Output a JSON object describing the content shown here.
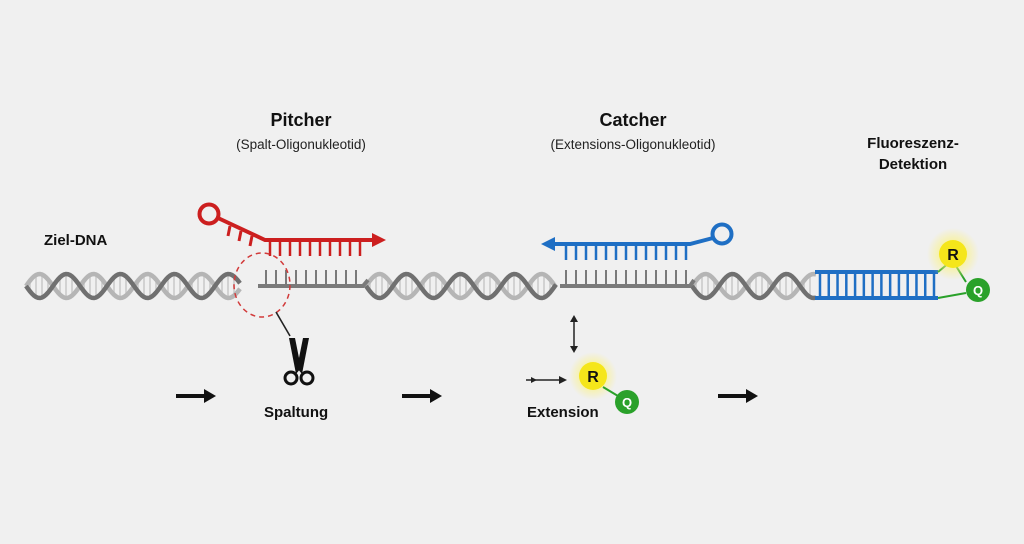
{
  "labels": {
    "target_dna": "Ziel-DNA",
    "pitcher_title": "Pitcher",
    "pitcher_subtitle": "(Spalt-Oligonukleotid)",
    "catcher_title": "Catcher",
    "catcher_subtitle": "(Extensions-Oligonukleotid)",
    "fluorescence_line1": "Fluoreszenz-",
    "fluorescence_line2": "Detektion",
    "cleavage": "Spaltung",
    "extension": "Extension",
    "reporter": "R",
    "quencher": "Q"
  },
  "colors": {
    "background": "#f0f0f0",
    "pitcher_red": "#cc1f1f",
    "catcher_blue": "#1f6fc4",
    "reporter_yellow": "#f5e61a",
    "quencher_green": "#2aa12a",
    "dna_dark": "#707070",
    "dna_light": "#b5b5b5"
  },
  "icons": {
    "cleavage": "scissors-icon",
    "step": "arrow-right-icon"
  }
}
